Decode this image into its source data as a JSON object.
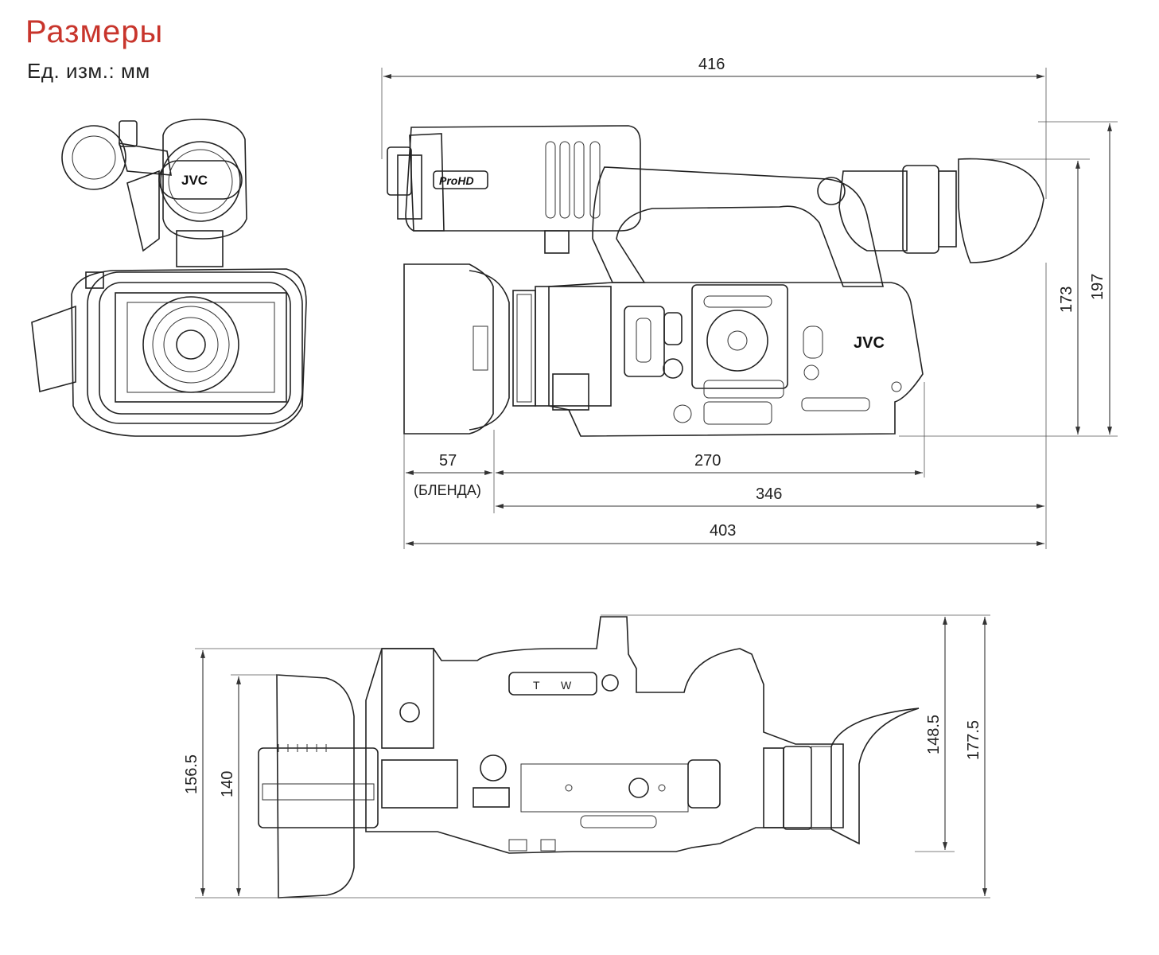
{
  "header": {
    "title": "Размеры",
    "units": "Ед. изм.: мм"
  },
  "colors": {
    "title": "#c8352c",
    "line": "#222222"
  },
  "dimensions": {
    "total_length": "416",
    "hood": "57",
    "hood_label": "(БЛЕНДА)",
    "body_length": "270",
    "length_no_hood": "346",
    "length_403": "403",
    "height_173": "173",
    "height_197": "197",
    "width_156_5": "156.5",
    "width_140": "140",
    "height_148_5": "148.5",
    "height_177_5": "177.5"
  },
  "labels": {
    "brand": "JVC",
    "badge": "ProHD",
    "zoom_w": "W",
    "zoom_t": "T"
  }
}
